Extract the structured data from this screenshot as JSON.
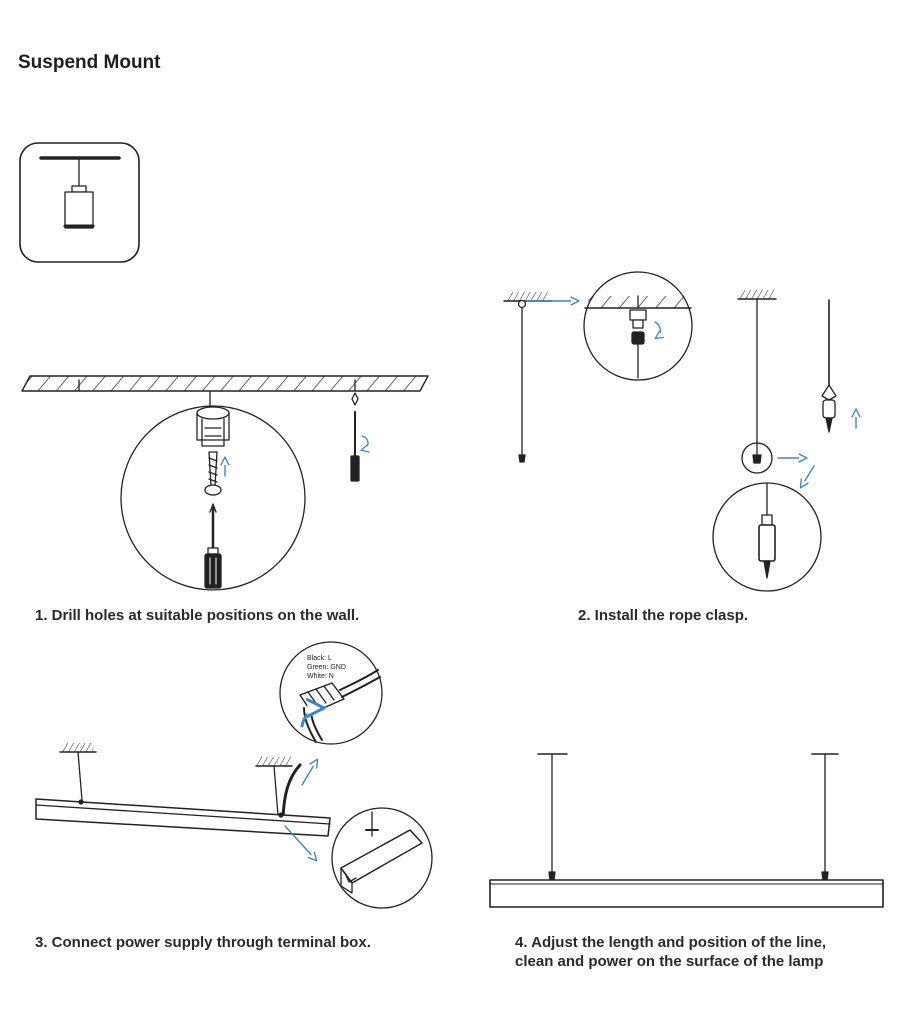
{
  "page": {
    "title": "Suspend Mount"
  },
  "colors": {
    "line": "#222222",
    "accent": "#3a86c8",
    "background": "#ffffff"
  },
  "steps": [
    {
      "caption": "1. Drill holes at suitable positions on the wall."
    },
    {
      "caption": "2. Install the rope clasp."
    },
    {
      "caption": "3. Connect power supply through terminal box."
    },
    {
      "caption_line1": "4. Adjust the length and position of the line,",
      "caption_line2": "clean and power on the surface of the lamp"
    }
  ],
  "wiring": {
    "black": "Black: L",
    "green": "Green: GND",
    "white": "White: N"
  },
  "icons": [
    "pendant-lamp-icon",
    "screw-icon",
    "screwdriver-icon",
    "anchor-icon",
    "rope-clasp-icon",
    "arrow-icon",
    "terminal-connector-icon"
  ]
}
